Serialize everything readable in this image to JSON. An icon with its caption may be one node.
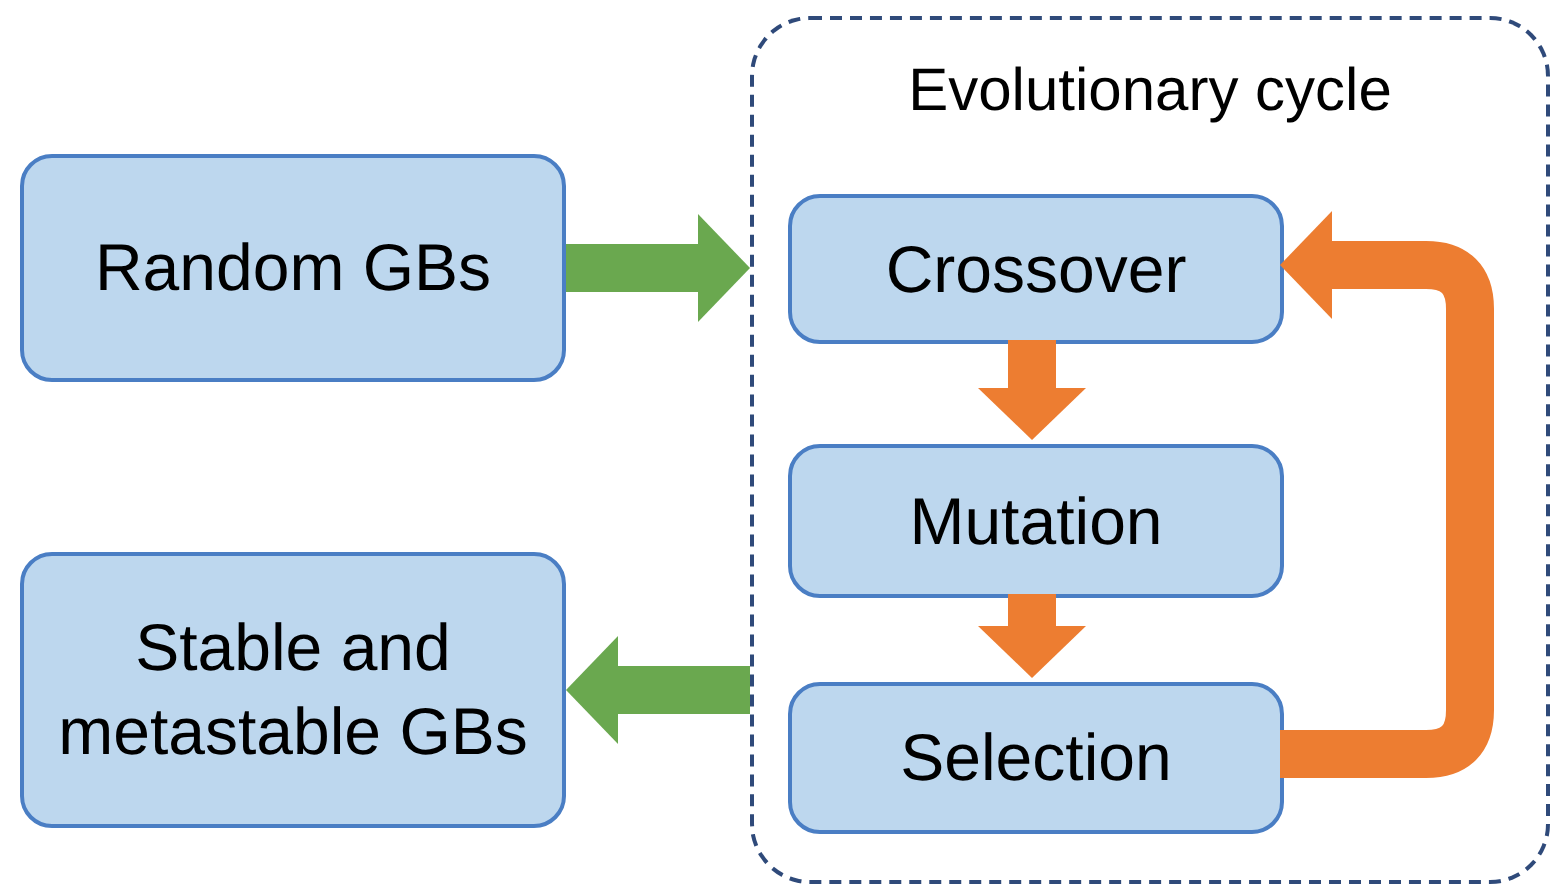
{
  "diagram": {
    "nodes": [
      {
        "text": [
          "Evolutionary cycle"
        ]
      },
      {
        "text": [
          "Random GBs"
        ]
      },
      {
        "text": [
          "Crossover"
        ],
        "in": 0
      },
      {
        "text": [
          "Mutation"
        ],
        "in": 0
      },
      {
        "text": [
          "Selection"
        ],
        "in": 0
      },
      {
        "text": [
          "Stable and metastable GBs"
        ]
      }
    ],
    "edges": [
      {
        "from": 1,
        "to": 0,
        "arrow": "to",
        "color": "#6aa84f"
      },
      {
        "from": 2,
        "to": 3,
        "arrow": "to",
        "color": "#ed7d31"
      },
      {
        "from": 3,
        "to": 4,
        "arrow": "to",
        "color": "#ed7d31"
      },
      {
        "from": 4,
        "to": 2,
        "arrow": "to",
        "color": "#ed7d31"
      },
      {
        "from": 0,
        "to": 5,
        "arrow": "to",
        "color": "#6aa84f"
      }
    ]
  }
}
